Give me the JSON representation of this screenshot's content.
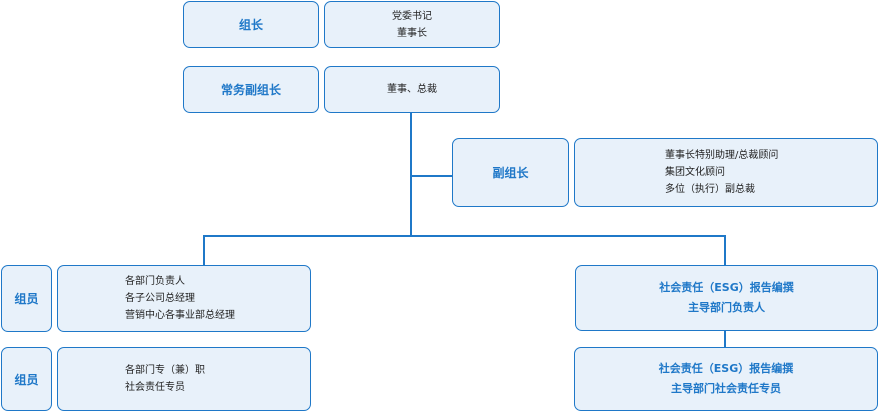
{
  "leader": {
    "title": "组长",
    "lines": [
      "党委书记",
      "董事长"
    ]
  },
  "exec_leader": {
    "title": "常务副组长",
    "lines": [
      "董事、总裁"
    ]
  },
  "vice_leader": {
    "title": "副组长",
    "lines": [
      "董事长特别助理/总裁顾问",
      "集团文化顾问",
      "多位（执行）副总裁"
    ]
  },
  "members_1": {
    "title": "组员",
    "lines": [
      "各部门负责人",
      "各子公司总经理",
      "营销中心各事业部总经理"
    ]
  },
  "members_2": {
    "title": "组员",
    "lines": [
      "各部门专（兼）职",
      "社会责任专员"
    ]
  },
  "esg_1": {
    "lines": [
      "社会责任（ESG）报告编撰",
      "主导部门负责人"
    ]
  },
  "esg_2": {
    "lines": [
      "社会责任（ESG）报告编撰",
      "主导部门社会责任专员"
    ]
  }
}
